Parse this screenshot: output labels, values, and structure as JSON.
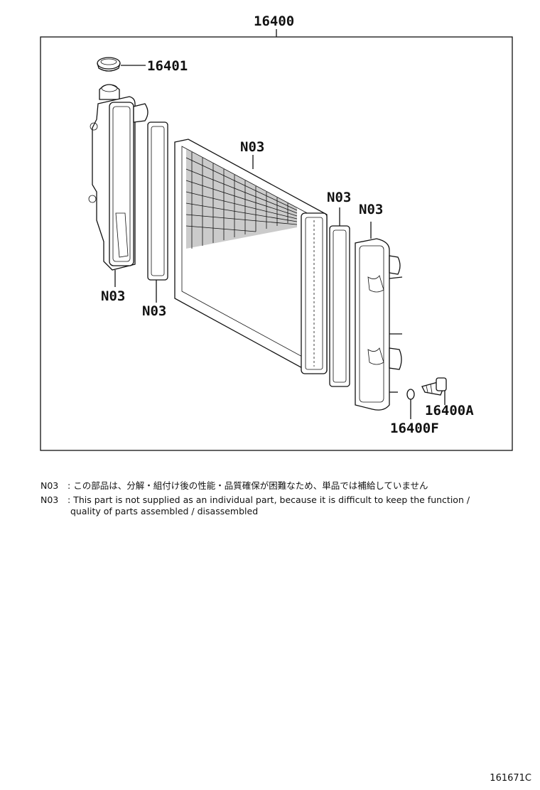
{
  "diagram": {
    "callouts": {
      "assembly": "16400",
      "cap": "16401",
      "tank_left": "N03",
      "gasket_left": "N03",
      "core": "N03",
      "gasket_right": "N03",
      "tank_right": "N03",
      "drain_cock": "16400A",
      "drain_oring": "16400F"
    }
  },
  "notes": [
    {
      "code": "N03",
      "separator": ":",
      "text": "この部品は、分解・組付け後の性能・品質確保が困難なため、単品では補給していません"
    },
    {
      "code": "N03",
      "separator": ":",
      "text": "This part is not supplied as an individual part, because it is difficult to keep the function /",
      "text_cont": "quality of parts assembled / disassembled"
    }
  ],
  "figure_id": "161671C"
}
